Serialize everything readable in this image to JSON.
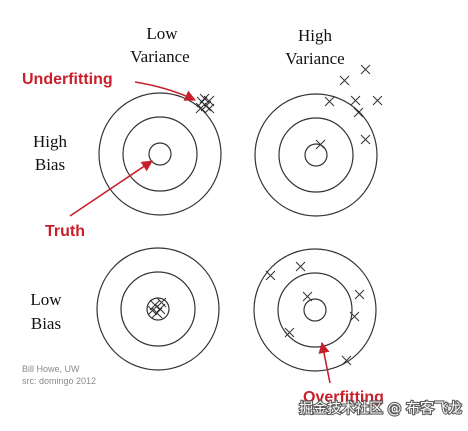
{
  "column_headers": {
    "low_variance": [
      "Low",
      "Variance"
    ],
    "high_variance": [
      "High",
      "Variance"
    ]
  },
  "row_headers": {
    "high_bias": [
      "High",
      "Bias"
    ],
    "low_bias": [
      "Low",
      "Bias"
    ]
  },
  "callouts": {
    "underfitting": "Underfitting",
    "truth": "Truth",
    "overfitting": "Overfitting"
  },
  "credits": [
    "Bill Howe, UW",
    "src: domingo 2012"
  ],
  "watermark": "掘金技术社区 @ 布客飞龙",
  "colors": {
    "callout": "#c8202a",
    "rings": "#333333",
    "marks": "#333333",
    "credit": "#8a8a8a"
  },
  "targets": [
    {
      "id": "low-variance-high-bias",
      "marks": "clustered, off-center upper-right"
    },
    {
      "id": "high-variance-high-bias",
      "marks": "scattered, off-center upper-right"
    },
    {
      "id": "low-variance-low-bias",
      "marks": "clustered at center"
    },
    {
      "id": "high-variance-low-bias",
      "marks": "scattered around center"
    }
  ]
}
